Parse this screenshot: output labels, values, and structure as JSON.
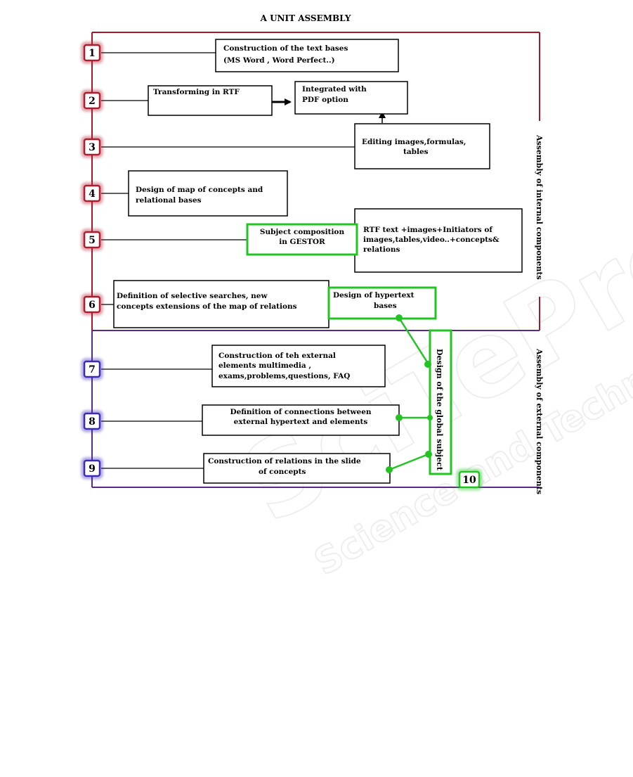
{
  "title": "A UNIT ASSEMBLY",
  "colors": {
    "internal_frame": "#a01a2a",
    "external_frame": "#5a2a8a",
    "internal_badge": "#b01c2e",
    "external_badge": "#3a2ab8",
    "green": "#22c422"
  },
  "side_labels": {
    "internal": "Assembly of internal components",
    "external": "Assembly of external components"
  },
  "badges": [
    "1",
    "2",
    "3",
    "4",
    "5",
    "6",
    "7",
    "8",
    "9",
    "10"
  ],
  "boxes": {
    "b1": [
      "Construction of the text bases",
      "(MS Word , Word Perfect..)"
    ],
    "b2a": [
      "Transforming in RTF"
    ],
    "b2b": [
      "Integrated with",
      "PDF option"
    ],
    "b3": [
      "Editing images,formulas,",
      "tables"
    ],
    "b4": [
      "Design of map of concepts and",
      "relational  bases"
    ],
    "b5a": [
      "Subject composition",
      "in GESTOR"
    ],
    "b5b": [
      "RTF text +images+Initiators of",
      "images,tables,video..+concepts&",
      "relations"
    ],
    "b6a": [
      "Definition of selective searches, new",
      "concepts  extensions of the map of relations"
    ],
    "b6b": [
      "Design of hypertext",
      "bases"
    ],
    "b7": [
      "Construction of teh external",
      "elements multimedia ,",
      "exams,problems,questions, FAQ"
    ],
    "b8": [
      "Definition of connections between",
      "external hypertext and elements"
    ],
    "b9": [
      "Construction of relations in the slide",
      "of concepts"
    ],
    "global": [
      "Design of the global subject"
    ]
  },
  "watermark": {
    "main": "SciTePress",
    "sub": "Science and Technology Publications"
  }
}
